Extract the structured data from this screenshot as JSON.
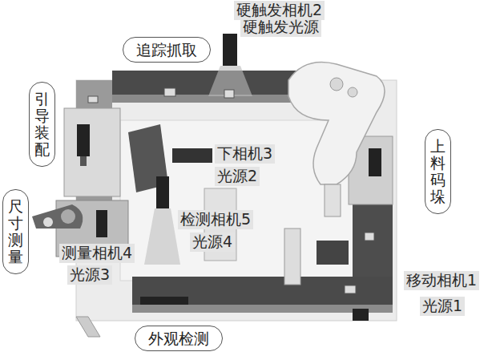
{
  "diagram": {
    "nodes": [
      {
        "text": [
          "追踪抓取"
        ]
      },
      {
        "text": [
          "引导装配"
        ]
      },
      {
        "text": [
          "尺寸测量"
        ]
      },
      {
        "text": [
          "上料码垛"
        ]
      },
      {
        "text": [
          "外观检测"
        ]
      }
    ],
    "labels": [
      "硬触发相机2",
      "硬触发光源",
      "下相机3",
      "光源2",
      "检测相机5",
      "光源4",
      "测量相机4",
      "光源3",
      "移动相机1",
      "光源1"
    ]
  }
}
